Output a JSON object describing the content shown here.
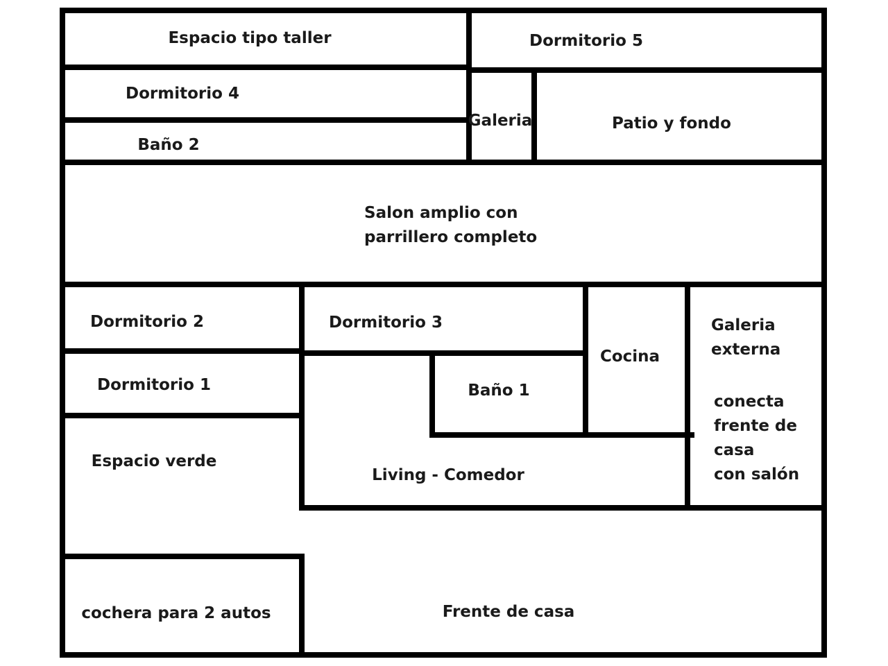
{
  "plan": {
    "wall_color": "#000000",
    "background": "#ffffff",
    "rooms": {
      "taller": "Espacio tipo taller",
      "dormitorio5": "Dormitorio 5",
      "dormitorio4": "Dormitorio 4",
      "galeria": "Galeria",
      "patio": "Patio y fondo",
      "bano2": "Baño 2",
      "salon_line1": "Salon amplio con",
      "salon_line2": "parrillero completo",
      "dormitorio2": "Dormitorio 2",
      "dormitorio3": "Dormitorio 3",
      "cocina": "Cocina",
      "galeria_externa_line1": "Galeria",
      "galeria_externa_line2": "externa",
      "galeria_externa_line3": "conecta",
      "galeria_externa_line4": "frente de",
      "galeria_externa_line5": "casa",
      "galeria_externa_line6": "con salón",
      "dormitorio1": "Dormitorio 1",
      "bano1": "Baño 1",
      "espacio_verde": "Espacio verde",
      "living": "Living - Comedor",
      "cochera": "cochera para 2 autos",
      "frente": "Frente de casa"
    }
  }
}
